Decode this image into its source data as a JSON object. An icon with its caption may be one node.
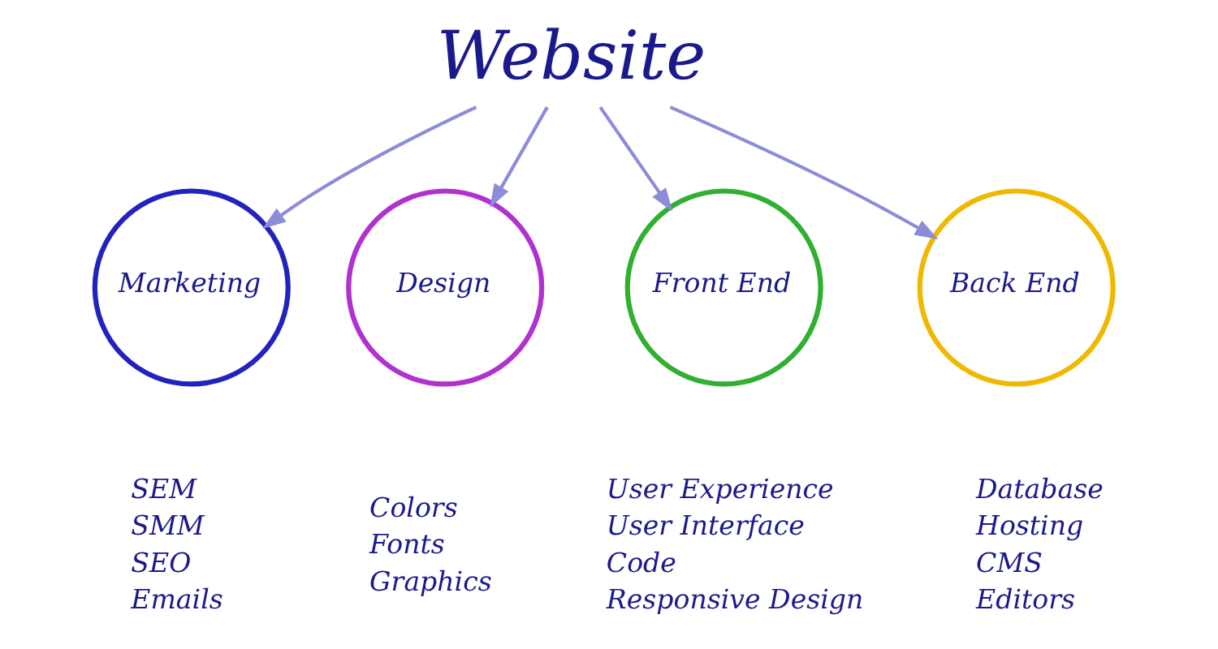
{
  "diagram": {
    "nodes": [
      {
        "text": [
          "Website"
        ]
      },
      {
        "text": [
          "Marketing"
        ],
        "beside": [
          "SEM",
          "SMM",
          "SEO",
          "Emails"
        ]
      },
      {
        "text": [
          "Design"
        ],
        "beside": [
          "Colors",
          "Fonts",
          "Graphics"
        ]
      },
      {
        "text": [
          "Front End"
        ],
        "beside": [
          "User Experience",
          "User Interface",
          "Code",
          "Responsive Design"
        ]
      },
      {
        "text": [
          "Back End"
        ],
        "beside": [
          "Database",
          "Hosting",
          "CMS",
          "Editors"
        ]
      }
    ],
    "edges": [
      {
        "from": 0,
        "to": 1,
        "arrow": "to"
      },
      {
        "from": 0,
        "to": 2,
        "arrow": "to"
      },
      {
        "from": 0,
        "to": 3,
        "arrow": "to"
      },
      {
        "from": 0,
        "to": 4,
        "arrow": "to"
      }
    ]
  }
}
